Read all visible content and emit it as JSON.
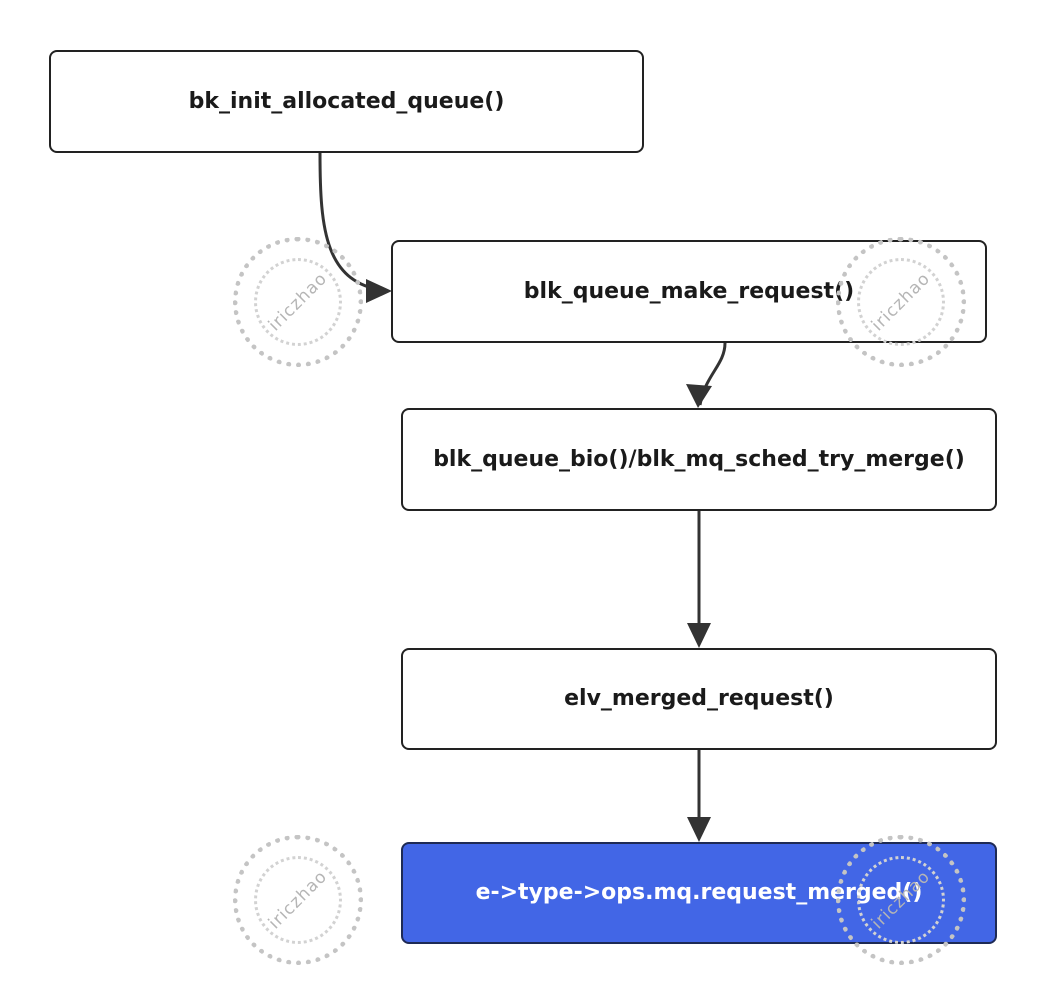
{
  "diagram": {
    "nodes": [
      {
        "id": "n1",
        "label": "bk_init_allocated_queue()"
      },
      {
        "id": "n2",
        "label": "blk_queue_make_request()"
      },
      {
        "id": "n3",
        "label": "blk_queue_bio()/blk_mq_sched_try_merge()"
      },
      {
        "id": "n4",
        "label": "elv_merged_request()"
      },
      {
        "id": "n5",
        "label": "e->type->ops.mq.request_merged()"
      }
    ],
    "edges": [
      {
        "from": "n1",
        "to": "n2"
      },
      {
        "from": "n2",
        "to": "n3"
      },
      {
        "from": "n3",
        "to": "n4"
      },
      {
        "from": "n4",
        "to": "n5"
      }
    ],
    "colors": {
      "border": "#222222",
      "highlight_fill": "#4266e6",
      "highlight_text": "#ffffff",
      "arrow": "#333333"
    }
  },
  "watermark": {
    "text": "iriczhao"
  }
}
